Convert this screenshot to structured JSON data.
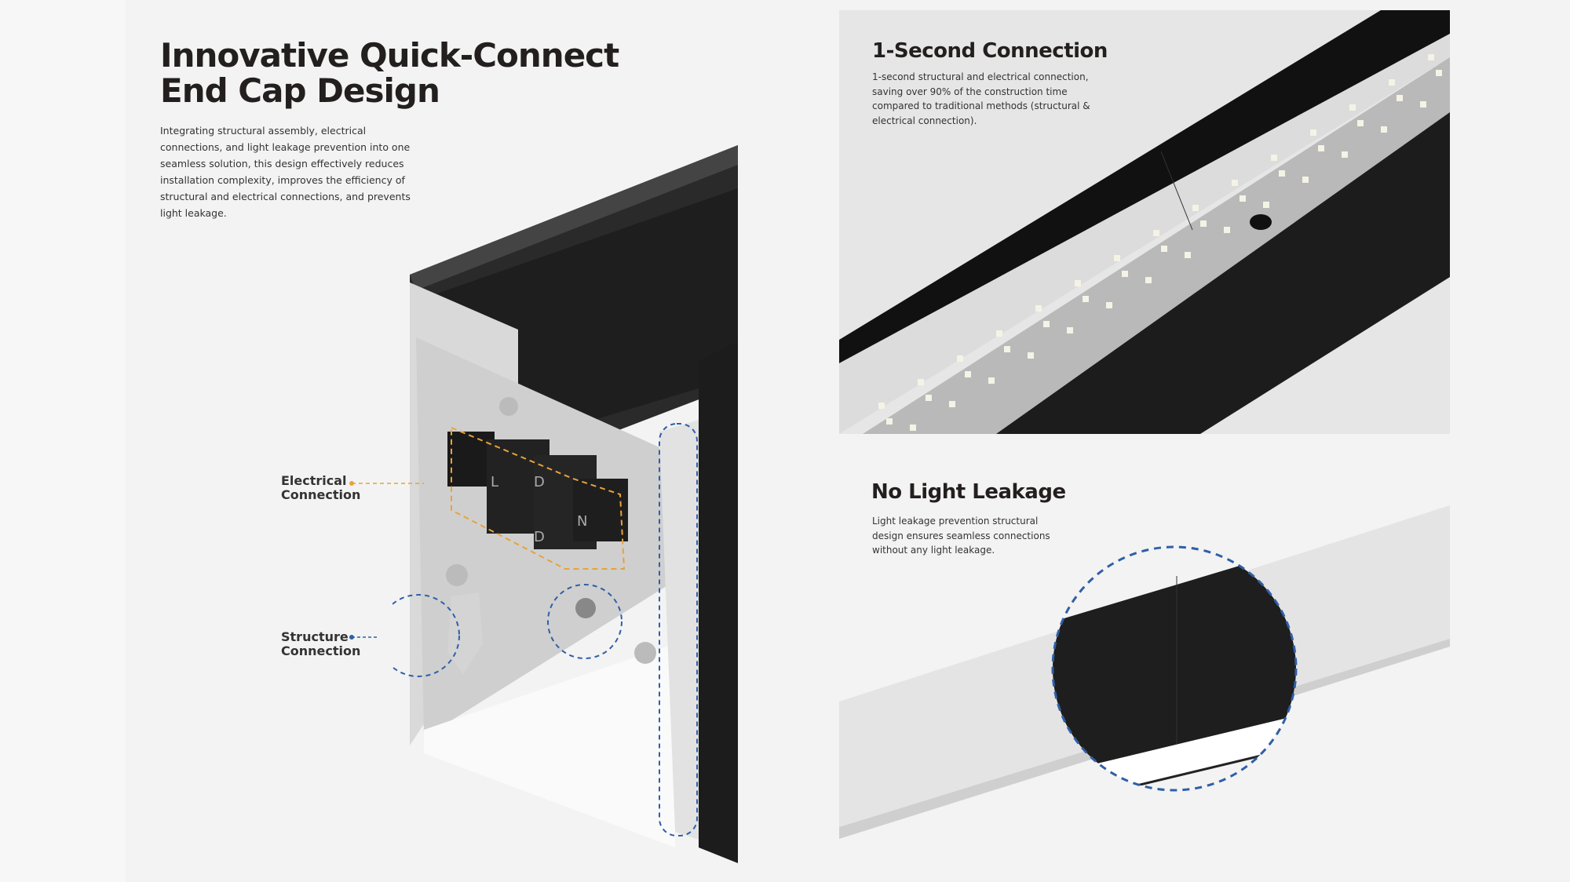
{
  "main": {
    "title_line1": "Innovative Quick-Connect",
    "title_line2": "End Cap Design",
    "description": "Integrating structural assembly, electrical connections, and light leakage prevention into one seamless solution, this design effectively reduces installation complexity, improves the efficiency of structural and electrical connections, and prevents light leakage.",
    "callouts": {
      "electrical_line1": "Electrical",
      "electrical_line2": "Connection",
      "structure_line1": "Structure",
      "structure_line2": "Connection"
    },
    "connector_marks": [
      "L",
      "D",
      "N",
      "D"
    ]
  },
  "features": [
    {
      "title": "1-Second Connection",
      "text": "1-second structural and electrical connection, saving over 90% of the construction time compared to traditional methods (structural & electrical connection)."
    },
    {
      "title": "No Light Leakage",
      "text": "Light leakage prevention structural design ensures seamless connections without any light leakage."
    }
  ],
  "colors": {
    "accent_orange": "#e8a23a",
    "accent_blue": "#2f5fa8",
    "profile_black": "#1c1c1c"
  }
}
